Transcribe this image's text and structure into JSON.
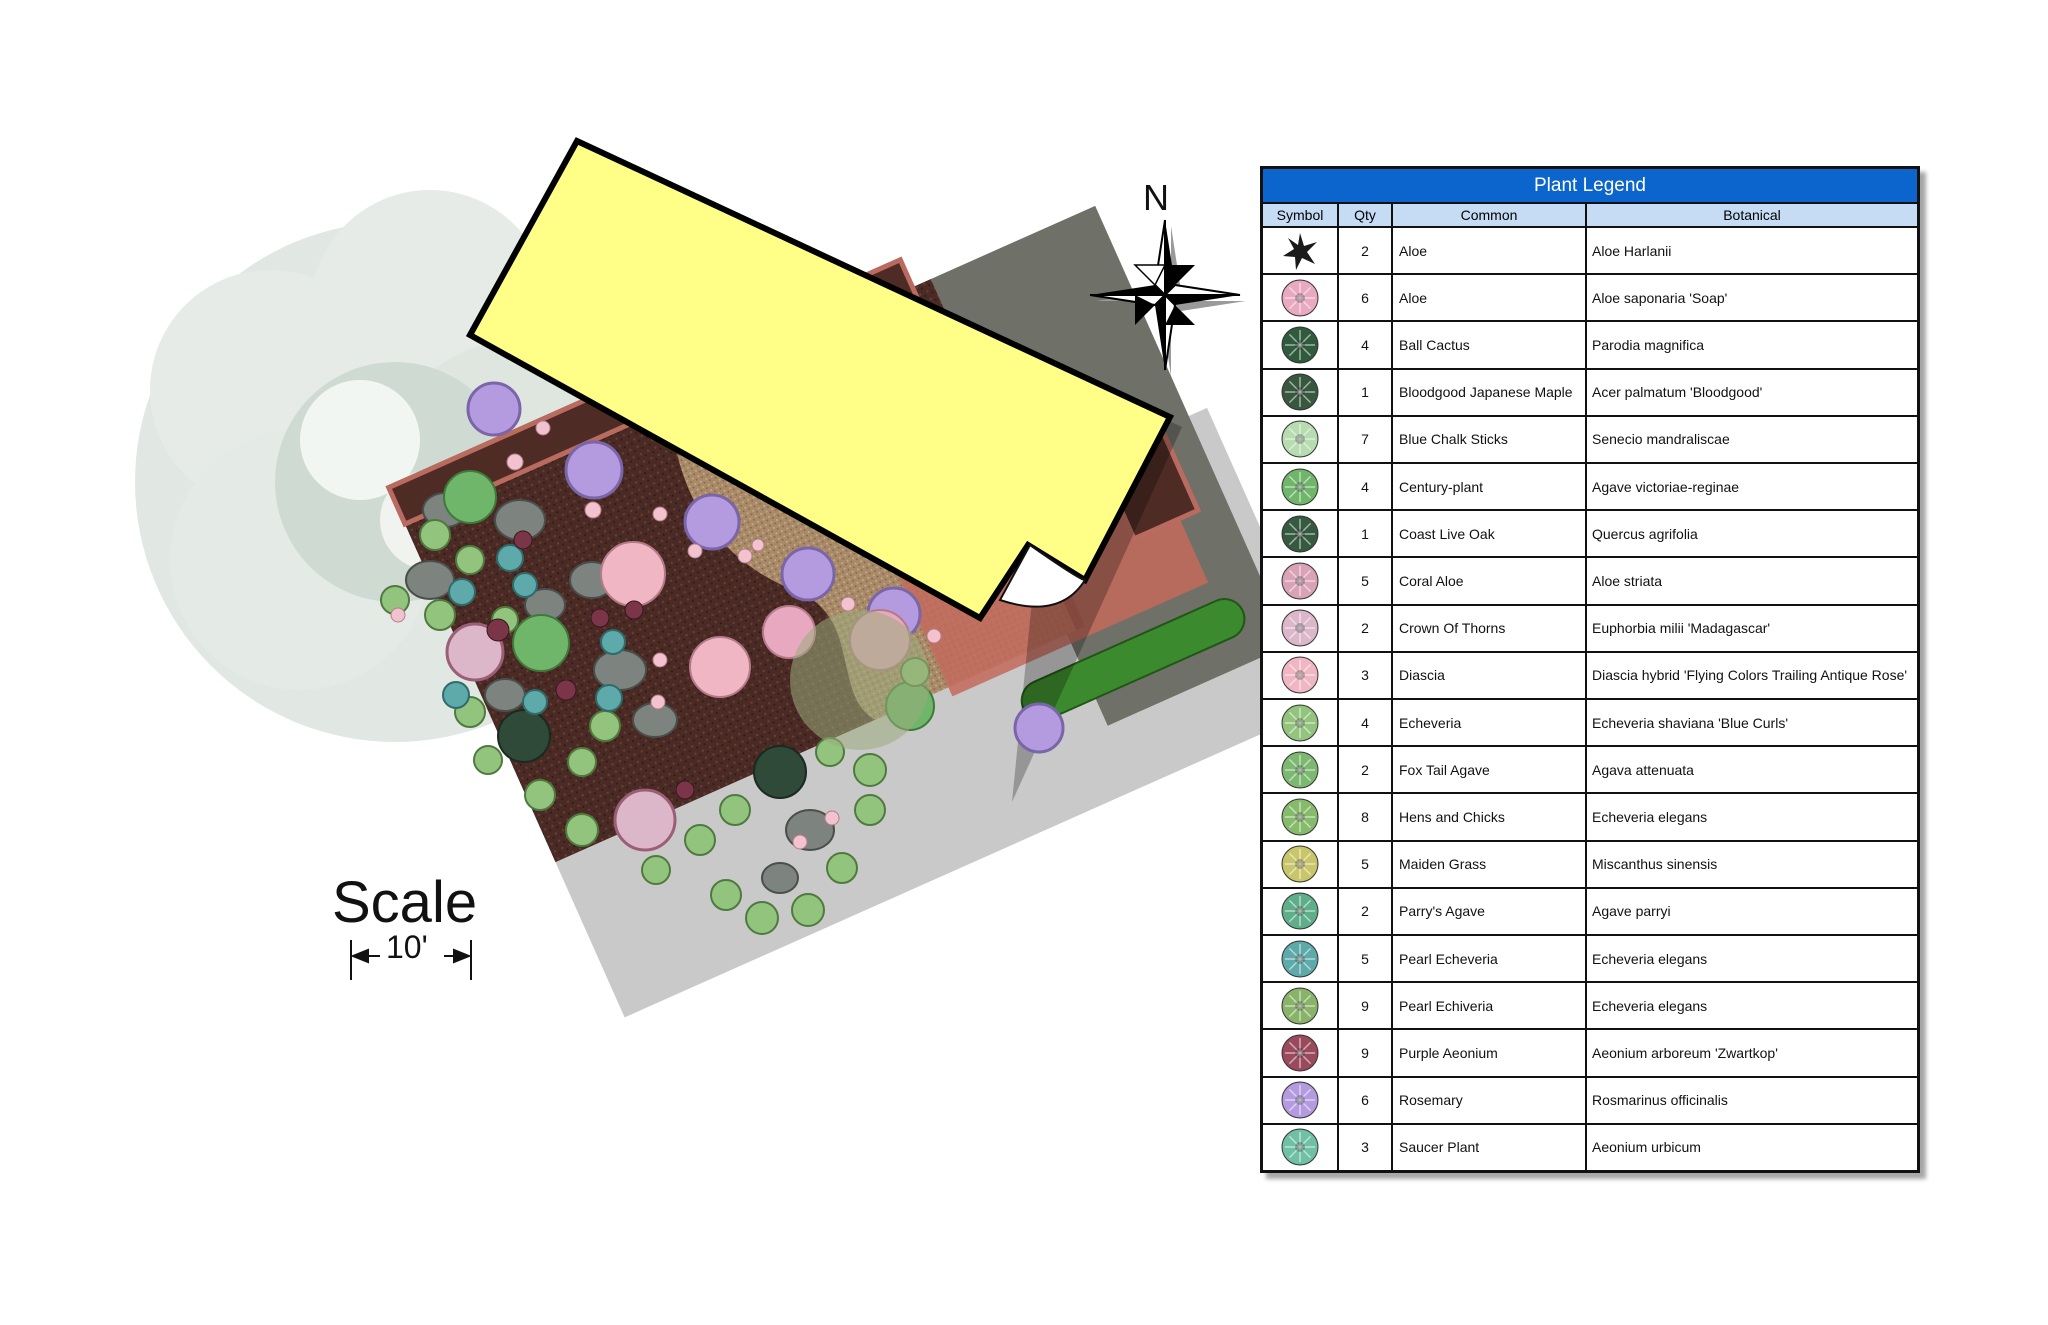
{
  "compass": {
    "north_label": "N"
  },
  "scale": {
    "word": "Scale",
    "value": "10'"
  },
  "legend": {
    "title": "Plant Legend",
    "headers": {
      "symbol": "Symbol",
      "qty": "Qty",
      "common": "Common",
      "botanical": "Botanical"
    },
    "rows": [
      {
        "symbol": "star-black-icon",
        "qty": "2",
        "common": "Aloe",
        "botanical": "Aloe Harlanii",
        "color": "#1a1a1a"
      },
      {
        "symbol": "aloe-pink-icon",
        "qty": "6",
        "common": "Aloe",
        "botanical": "Aloe saponaria 'Soap'",
        "color": "#e9a9c0"
      },
      {
        "symbol": "ball-cactus-icon",
        "qty": "4",
        "common": "Ball Cactus",
        "botanical": "Parodia magnifica",
        "color": "#2f5a3c"
      },
      {
        "symbol": "maple-icon",
        "qty": "1",
        "common": "Bloodgood Japanese Maple",
        "botanical": "Acer palmatum 'Bloodgood'",
        "color": "#37573f"
      },
      {
        "symbol": "chalk-sticks-icon",
        "qty": "7",
        "common": "Blue Chalk Sticks",
        "botanical": "Senecio mandraliscae",
        "color": "#b6dcb0"
      },
      {
        "symbol": "century-plant-icon",
        "qty": "4",
        "common": "Century-plant",
        "botanical": "Agave victoriae-reginae",
        "color": "#6fb56a"
      },
      {
        "symbol": "oak-icon",
        "qty": "1",
        "common": "Coast Live Oak",
        "botanical": "Quercus agrifolia",
        "color": "#355a40"
      },
      {
        "symbol": "coral-aloe-icon",
        "qty": "5",
        "common": "Coral Aloe",
        "botanical": "Aloe striata",
        "color": "#d9a2b6"
      },
      {
        "symbol": "crown-of-thorns-icon",
        "qty": "2",
        "common": "Crown Of Thorns",
        "botanical": "Euphorbia milii 'Madagascar'",
        "color": "#dcb7c9"
      },
      {
        "symbol": "diascia-icon",
        "qty": "3",
        "common": "Diascia",
        "botanical": "Diascia hybrid 'Flying Colors Trailing Antique Rose'",
        "color": "#f0b6c4"
      },
      {
        "symbol": "echeveria-icon",
        "qty": "4",
        "common": "Echeveria",
        "botanical": "Echeveria shaviana 'Blue Curls'",
        "color": "#93c47d"
      },
      {
        "symbol": "fox-tail-agave-icon",
        "qty": "2",
        "common": "Fox Tail Agave",
        "botanical": "Agava attenuata",
        "color": "#7cb870"
      },
      {
        "symbol": "hens-chicks-icon",
        "qty": "8",
        "common": "Hens and Chicks",
        "botanical": "Echeveria elegans",
        "color": "#86bb6c"
      },
      {
        "symbol": "maiden-grass-icon",
        "qty": "5",
        "common": "Maiden Grass",
        "botanical": "Miscanthus sinensis",
        "color": "#c9c56a"
      },
      {
        "symbol": "parrys-agave-icon",
        "qty": "2",
        "common": "Parry's Agave",
        "botanical": "Agave parryi",
        "color": "#5fae8a"
      },
      {
        "symbol": "pearl-echeveria-icon",
        "qty": "5",
        "common": "Pearl Echeveria",
        "botanical": "Echeveria elegans",
        "color": "#5ea9a9"
      },
      {
        "symbol": "pearl-echiveria-icon",
        "qty": "9",
        "common": "Pearl Echiveria",
        "botanical": "Echeveria elegans",
        "color": "#8ab36a"
      },
      {
        "symbol": "purple-aeonium-icon",
        "qty": "9",
        "common": "Purple Aeonium",
        "botanical": "Aeonium arboreum 'Zwartkop'",
        "color": "#9b4a5e"
      },
      {
        "symbol": "rosemary-icon",
        "qty": "6",
        "common": "Rosemary",
        "botanical": "Rosmarinus officinalis",
        "color": "#b49be0"
      },
      {
        "symbol": "saucer-plant-icon",
        "qty": "3",
        "common": "Saucer Plant",
        "botanical": "Aeonium urbicum",
        "color": "#6fc0a4"
      }
    ]
  }
}
